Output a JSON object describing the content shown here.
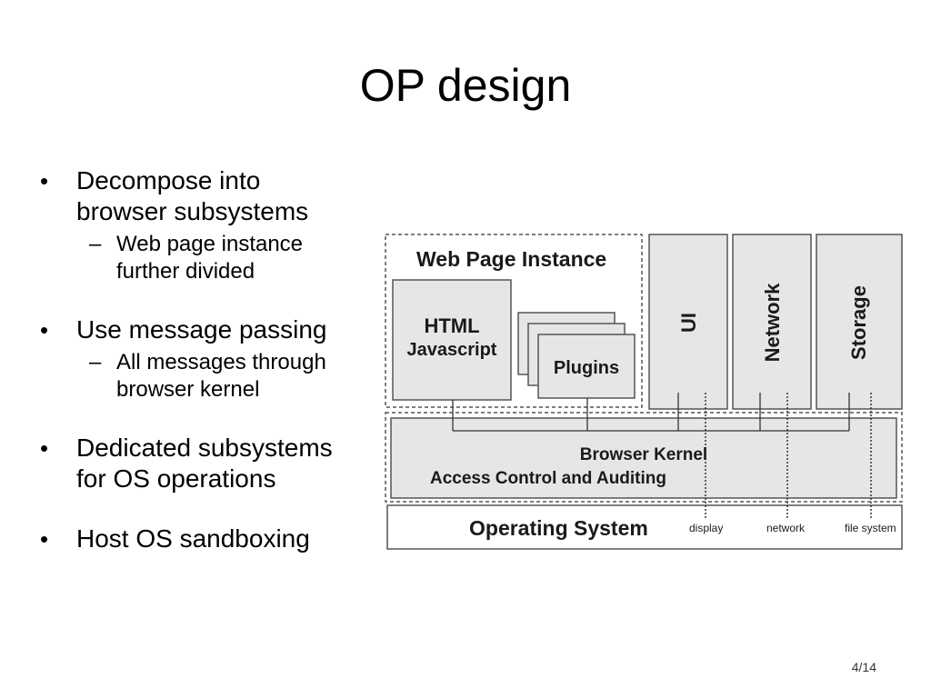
{
  "slide": {
    "title": "OP design",
    "page_number": "4/14"
  },
  "bullets": [
    {
      "text_lines": [
        "Decompose into",
        "browser subsystems"
      ],
      "sub": [
        {
          "text_lines": [
            "Web page instance",
            "further divided"
          ]
        }
      ]
    },
    {
      "text_lines": [
        "Use message passing"
      ],
      "sub": [
        {
          "text_lines": [
            "All messages through",
            "browser kernel"
          ]
        }
      ]
    },
    {
      "text_lines": [
        "Dedicated subsystems",
        "for OS operations"
      ],
      "sub": []
    },
    {
      "text_lines": [
        "Host OS sandboxing"
      ],
      "sub": []
    }
  ],
  "diagram": {
    "web_page_instance": "Web Page Instance",
    "html": "HTML",
    "javascript": "Javascript",
    "plugins": "Plugins",
    "ui": "UI",
    "network": "Network",
    "storage": "Storage",
    "browser_kernel": "Browser Kernel",
    "access_control": "Access Control and Auditing",
    "operating_system": "Operating System",
    "display": "display",
    "network_small": "network",
    "file_system": "file system"
  },
  "colors": {
    "box_fill": "#e6e6e6",
    "box_stroke": "#555555",
    "text": "#000000"
  }
}
